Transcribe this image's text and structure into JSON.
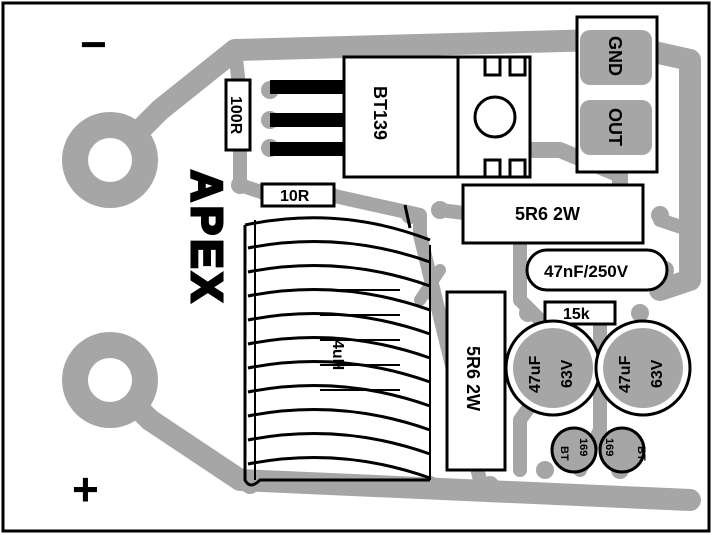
{
  "board": {
    "logo": "APEX",
    "polarity": {
      "minus": "−",
      "plus": "+"
    },
    "colors": {
      "trace": "#a6a6a6",
      "silk": "#000000",
      "background": "#ffffff"
    }
  },
  "components": {
    "triac": {
      "label": "BT139"
    },
    "r_gate": {
      "label": "100R"
    },
    "r_10": {
      "label": "10R"
    },
    "inductor": {
      "label": "4uH"
    },
    "r_5r6_top": {
      "label": "5R6 2W"
    },
    "r_5r6_vert": {
      "label": "5R6 2W"
    },
    "cap_47nf": {
      "label": "47nF/250V"
    },
    "r_15k": {
      "label": "15k"
    },
    "cap1": {
      "line1": "47uF",
      "line2": "63V"
    },
    "cap2": {
      "line1": "47uF",
      "line2": "63V"
    },
    "diode1": {
      "line1": "BT",
      "line2": "169"
    },
    "diode2": {
      "line1": "BT",
      "line2": "169"
    },
    "connector": {
      "gnd": "GND",
      "out": "OUT"
    }
  }
}
